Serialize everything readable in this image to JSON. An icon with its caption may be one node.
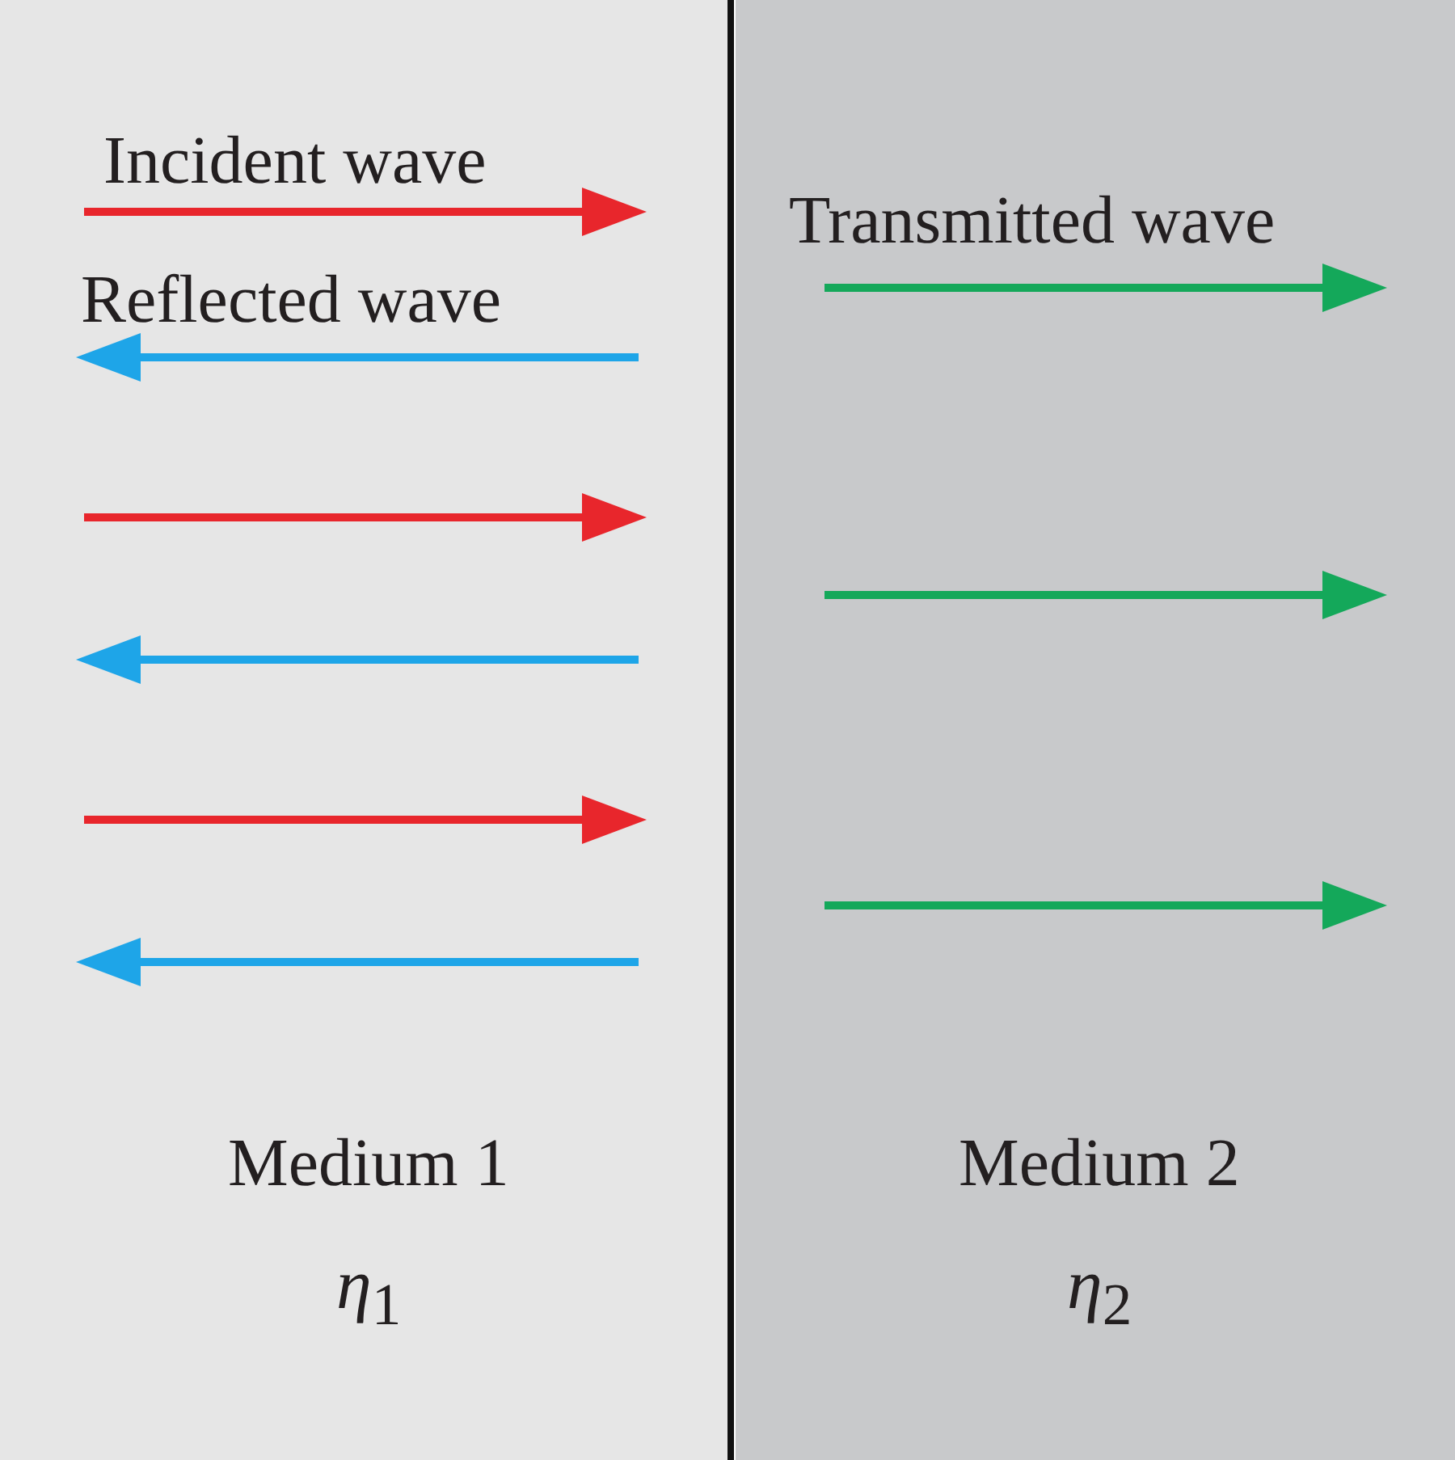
{
  "diagram": {
    "nodes": [
      {
        "text": [
          "Medium 1",
          "*η*$_{1}$"
        ]
      },
      {
        "text": [
          "Medium 2",
          "*η*$_{2}$"
        ]
      }
    ],
    "edges": [],
    "labels": [
      "Incident wave",
      "Transmitted wave",
      "Reflected wave"
    ]
  }
}
